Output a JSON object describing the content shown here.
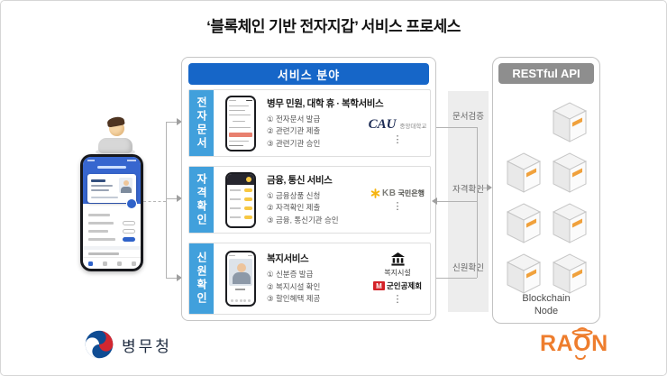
{
  "title": "‘블록체인 기반 전자지갑’ 서비스 프로세스",
  "service_panel": {
    "header": "서비스 분야",
    "rows": [
      {
        "tab": "전자문서",
        "title": "병무 민원, 대학 휴 · 복학서비스",
        "steps": [
          "① 전자문서 발급",
          "② 관련기관 제출",
          "③ 관련기관 승인"
        ],
        "partner": {
          "main": "CAU",
          "sub": "중앙대학교"
        },
        "more": "⋮"
      },
      {
        "tab": "자격확인",
        "title": "금융, 통신 서비스",
        "steps": [
          "① 금융상품 신청",
          "② 자격확인 제출",
          "③ 금융, 통신기관 승인"
        ],
        "partner": {
          "main": "KB",
          "sub": "국민은행"
        },
        "more": "⋮"
      },
      {
        "tab": "신원확인",
        "title": "복지서비스",
        "steps": [
          "① 신분증 발급",
          "② 복지시설 확인",
          "③ 할인혜택 제공"
        ],
        "partner": {
          "building_label": "복지시설",
          "m": "M",
          "main": "군인공제회"
        },
        "more": "⋮"
      }
    ]
  },
  "connector": {
    "labels": [
      "문서검증",
      "자격확인",
      "신원확인"
    ]
  },
  "api_panel": {
    "header": "RESTful API",
    "node_label_1": "Blockchain",
    "node_label_2": "Node",
    "server_count": 7
  },
  "footer": {
    "agency": "병무청",
    "vendor_prefix": "RA",
    "vendor_o": "O",
    "vendor_suffix": "N"
  },
  "colors": {
    "header_blue": "#1666c8",
    "tab_blue": "#41a0dc",
    "api_gray": "#8e8e8e",
    "accent_orange": "#ee7d2d",
    "kb_yellow": "#f6b40e",
    "m_red": "#d42127"
  }
}
